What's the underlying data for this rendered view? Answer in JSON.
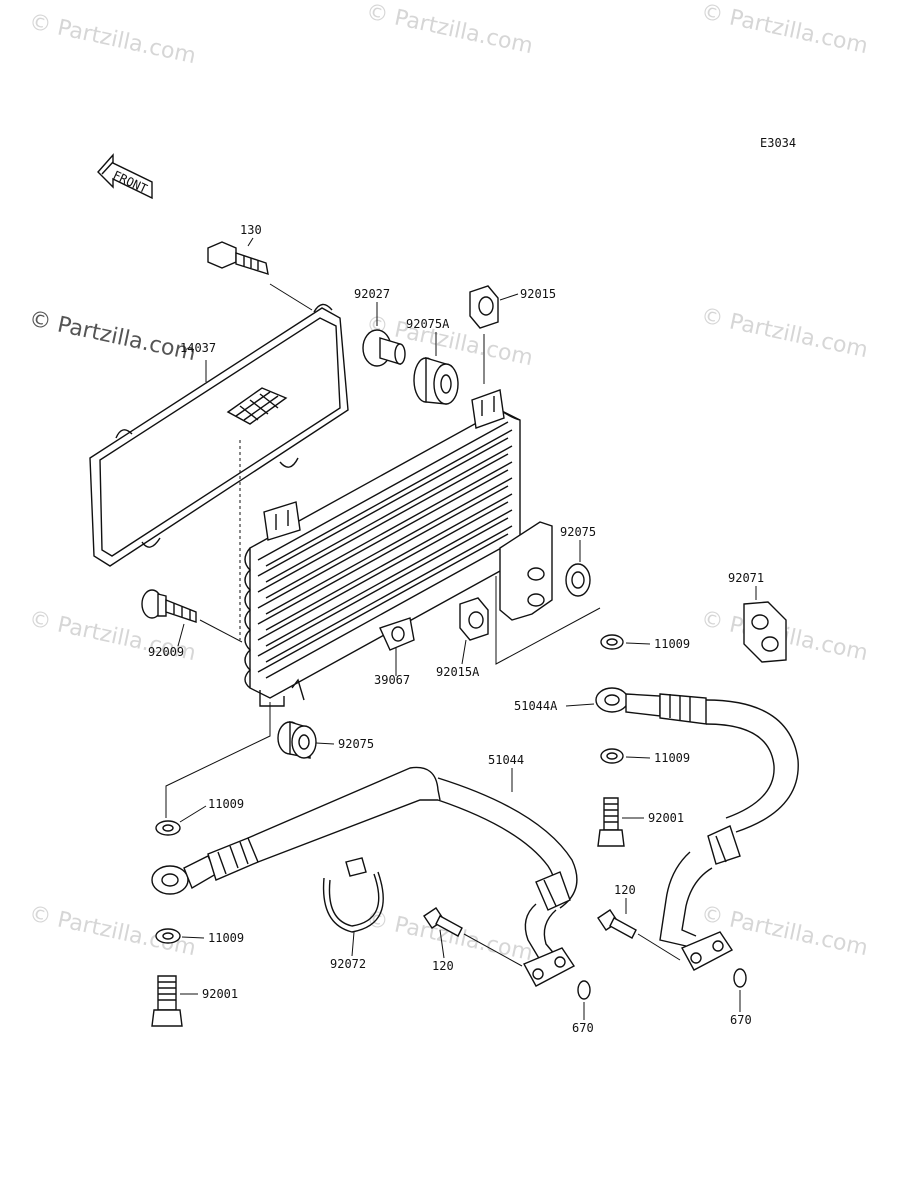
{
  "diagram_code": "E3034",
  "front_label": "FRONT",
  "watermark": "© Partzilla.com",
  "parts": {
    "p130": "130",
    "p14037": "14037",
    "p92027": "92027",
    "p92075A": "92075A",
    "p92015": "92015",
    "p92075_upper": "92075",
    "p92071": "92071",
    "p92009": "92009",
    "p39067": "39067",
    "p92015A": "92015A",
    "p11009_a": "11009",
    "p51044A": "51044A",
    "p92075_lower": "92075",
    "p11009_b": "11009",
    "p51044": "51044",
    "p11009_c": "11009",
    "p92001_right": "92001",
    "p120_right": "120",
    "p11009_d": "11009",
    "p92072": "92072",
    "p120_left": "120",
    "p92001_left": "92001",
    "p670_left": "670",
    "p670_right": "670"
  }
}
